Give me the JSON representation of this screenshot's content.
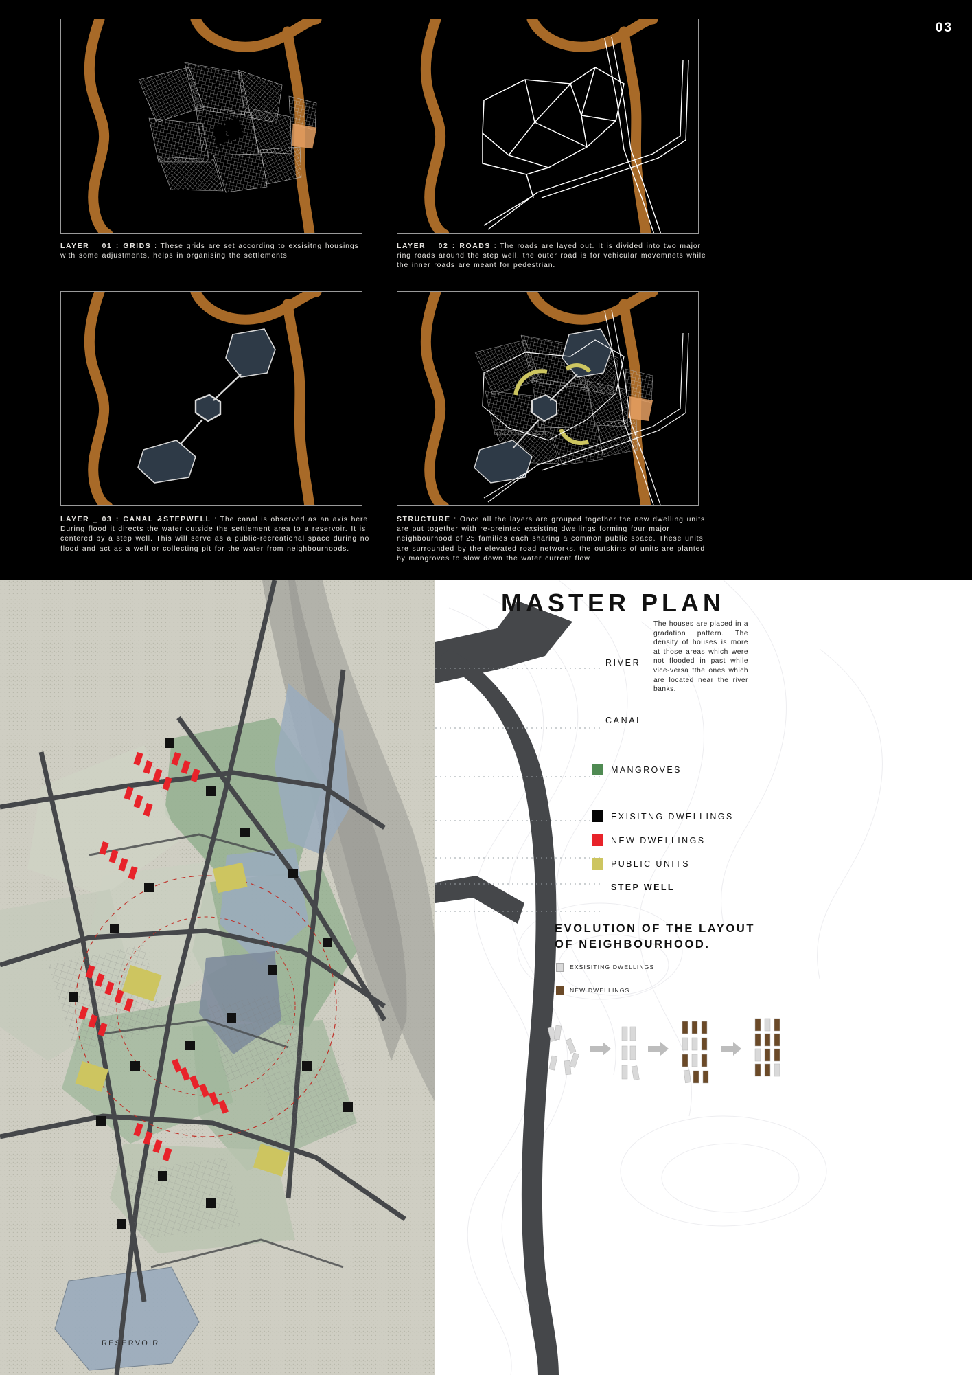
{
  "page": {
    "number": "03"
  },
  "panels": [
    {
      "id": "layer-01-grids",
      "caption_title": "LAYER _ 01 : GRIDS",
      "caption_body": " : These grids are set according to exsisitng housings with some adjustments, helps in organising the settlements"
    },
    {
      "id": "layer-02-roads",
      "caption_title": "LAYER _ 02 : ROADS",
      "caption_body": " : The roads are layed out. It is divided into two major ring roads around the step well. the outer road is for vehicular movemnets while the inner roads are meant for pedestrian."
    },
    {
      "id": "layer-03-canal-stepwell",
      "caption_title": "LAYER _ 03 : CANAL &STEPWELL",
      "caption_body": " : The canal is observed as an axis here. During flood it directs the water outside the settlement area to a reservoir. It is centered by a step well. This will serve as a public-recreational space during no flood and act as a well or collecting pit for the water from neighbourhoods."
    },
    {
      "id": "structure",
      "caption_title": "STRUCTURE",
      "caption_body": " : Once all the layers are grouped together the new dwelling units are put together with re-oreinted exsisting dwellings forming four major neighbourhood of 25 families each sharing a common public space. These units are surrounded by the elevated road networks. the outskirts of units are planted by mangroves to slow down the water current flow"
    }
  ],
  "master_plan": {
    "title": "MASTER PLAN",
    "description": "The houses are placed in a gradation pattern. The density of houses is more at those areas which were not flooded in past while vice-versa tthe ones which are located near the river banks.",
    "map_label_reservoir": "RESERVOIR",
    "legend": [
      {
        "label": "RIVER",
        "swatch": "none",
        "color": ""
      },
      {
        "label": "CANAL",
        "swatch": "none",
        "color": ""
      },
      {
        "label": "MANGROVES",
        "swatch": "square",
        "color": "#4f8a52"
      },
      {
        "label": "EXISITNG DWELLINGS",
        "swatch": "square",
        "color": "#050505"
      },
      {
        "label": "NEW DWELLINGS",
        "swatch": "square",
        "color": "#e8232a"
      },
      {
        "label": "PUBLIC UNITS",
        "swatch": "square",
        "color": "#cdc560"
      },
      {
        "label": "STEP WELL",
        "swatch": "none",
        "color": ""
      }
    ]
  },
  "evolution": {
    "title_line1": "EVOLUTION OF THE LAYOUT",
    "title_line2": "OF NEIGHBOURHOOD.",
    "key": [
      {
        "label": "EXSISITING DWELLINGS",
        "color": "#d9d9d9"
      },
      {
        "label": "NEW DWELLINGS",
        "color": "#6b4a28"
      }
    ],
    "steps": 4
  },
  "colors": {
    "river_brown": "#a86a28",
    "water_blue": "#2e3a47",
    "grid_white": "#d8d8d8",
    "road_white": "#ffffff",
    "public_yellow": "#cdc560",
    "orange_patch": "#e6a063",
    "map_green": "#8fae8c",
    "map_road": "#45474a",
    "map_water": "#9aabbd"
  }
}
